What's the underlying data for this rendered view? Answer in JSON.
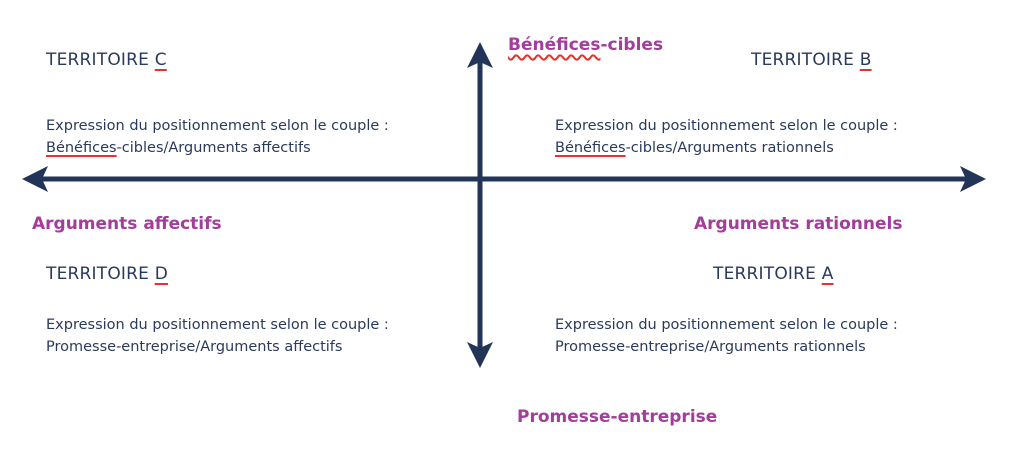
{
  "axes": {
    "top": {
      "underlined": "Bénéfices",
      "rest": "-cibles"
    },
    "bottom": "Promesse-entreprise",
    "left": "Arguments affectifs",
    "right": "Arguments rationnels"
  },
  "territories": {
    "c": {
      "title_prefix": "TERRITOIRE ",
      "title_letter": "C",
      "line1": "Expression du positionnement selon le couple :",
      "line2_underlined": "Bénéfices",
      "line2_rest": "-cibles/Arguments affectifs"
    },
    "b": {
      "title_prefix": "TERRITOIRE ",
      "title_letter": "B",
      "line1": "Expression du positionnement selon le couple :",
      "line2_underlined": "Bénéfices",
      "line2_rest": "-cibles/Arguments rationnels"
    },
    "d": {
      "title_prefix": "TERRITOIRE ",
      "title_letter": "D",
      "line1": "Expression du positionnement selon le couple :",
      "line2": "Promesse-entreprise/Arguments affectifs"
    },
    "a": {
      "title_prefix": "TERRITOIRE ",
      "title_letter": "A",
      "line1": "Expression du positionnement selon le couple :",
      "line2": "Promesse-entreprise/Arguments rationnels"
    }
  },
  "colors": {
    "axis": "#223558",
    "label": "#a43c9c",
    "text": "#2a3a5c",
    "underline": "#e8312c"
  }
}
